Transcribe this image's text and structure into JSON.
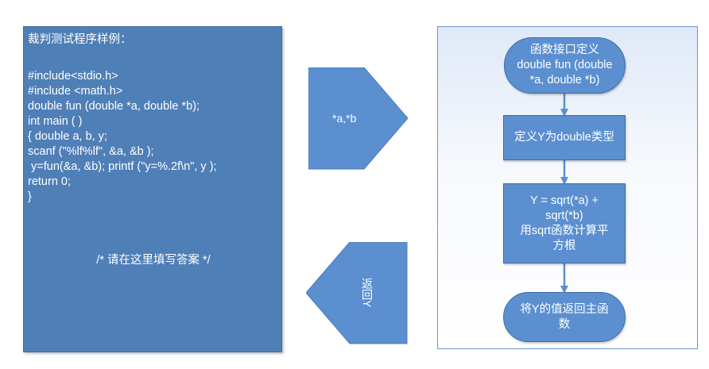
{
  "code_panel": {
    "title": "裁判测试程序样例：",
    "lines": [
      "#include<stdio.h>",
      "#include <math.h>",
      "double fun (double *a, double *b);",
      "int main ( )",
      "{ double a, b, y;",
      "scanf (\"%lf%lf\", &a, &b );",
      " y=fun(&a, &b); printf (\"y=%.2f\\n\", y );",
      "return 0;",
      "}"
    ],
    "placeholder": "/* 请在这里填写答案 */"
  },
  "arrows": {
    "right_label": "*a,*b",
    "left_label": "返回Y"
  },
  "flowchart": {
    "start": [
      "函数接口定义",
      "double fun (double",
      "*a, double *b)"
    ],
    "step1": [
      "定义Y为double类型"
    ],
    "step2": [
      "Y = sqrt(*a) +",
      "sqrt(*b)",
      "用sqrt函数计算平",
      "方根"
    ],
    "end": [
      "将Y的值返回主函",
      "数"
    ]
  },
  "colors": {
    "code_panel": "#4f7fb7",
    "arrow": "#5b8fd0",
    "node": "#5b8fd0",
    "connector": "#5b8fd0",
    "flow_border": "#6f94c6"
  }
}
